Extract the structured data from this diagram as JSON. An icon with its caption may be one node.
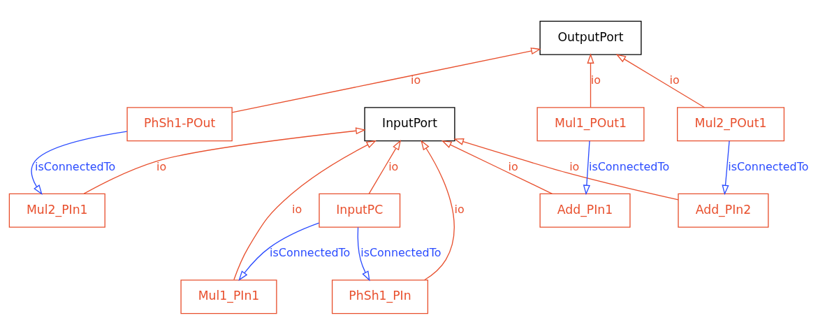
{
  "diagram": {
    "nodes": [
      {
        "text": [
          "OutputPort"
        ]
      },
      {
        "text": [
          "PhSh1-POut"
        ]
      },
      {
        "text": [
          "InputPort"
        ]
      },
      {
        "text": [
          "Mul1_POut1"
        ]
      },
      {
        "text": [
          "Mul2_POut1"
        ]
      },
      {
        "text": [
          "Mul2_PIn1"
        ]
      },
      {
        "text": [
          "InputPC"
        ]
      },
      {
        "text": [
          "Add_PIn1"
        ]
      },
      {
        "text": [
          "Add_PIn2"
        ]
      },
      {
        "text": [
          "Mul1_PIn1"
        ]
      },
      {
        "text": [
          "PhSh1_PIn"
        ]
      }
    ],
    "edges": [
      {
        "from": 1,
        "to": 0,
        "arrow": "to",
        "label": "io"
      },
      {
        "from": 3,
        "to": 0,
        "arrow": "to",
        "label": "io"
      },
      {
        "from": 4,
        "to": 0,
        "arrow": "to",
        "label": "io"
      },
      {
        "from": 1,
        "to": 5,
        "arrow": "to",
        "label": "isConnectedTo",
        "color": "#2b4cff"
      },
      {
        "from": 5,
        "to": 2,
        "arrow": "to",
        "label": "io"
      },
      {
        "from": 9,
        "to": 2,
        "arrow": "to",
        "label": "io"
      },
      {
        "from": 6,
        "to": 2,
        "arrow": "to",
        "label": "io"
      },
      {
        "from": 10,
        "to": 2,
        "arrow": "to",
        "label": "io"
      },
      {
        "from": 7,
        "to": 2,
        "arrow": "to",
        "label": "io"
      },
      {
        "from": 8,
        "to": 2,
        "arrow": "to",
        "label": "io"
      },
      {
        "from": 3,
        "to": 7,
        "arrow": "to",
        "label": "isConnectedTo",
        "color": "#2b4cff"
      },
      {
        "from": 4,
        "to": 8,
        "arrow": "to",
        "label": "isConnectedTo",
        "color": "#2b4cff"
      },
      {
        "from": 6,
        "to": 9,
        "arrow": "to",
        "label": "isConnectedTo",
        "color": "#2b4cff"
      },
      {
        "from": 6,
        "to": 10,
        "arrow": "to",
        "label": "isConnectedTo",
        "color": "#2b4cff"
      }
    ]
  }
}
